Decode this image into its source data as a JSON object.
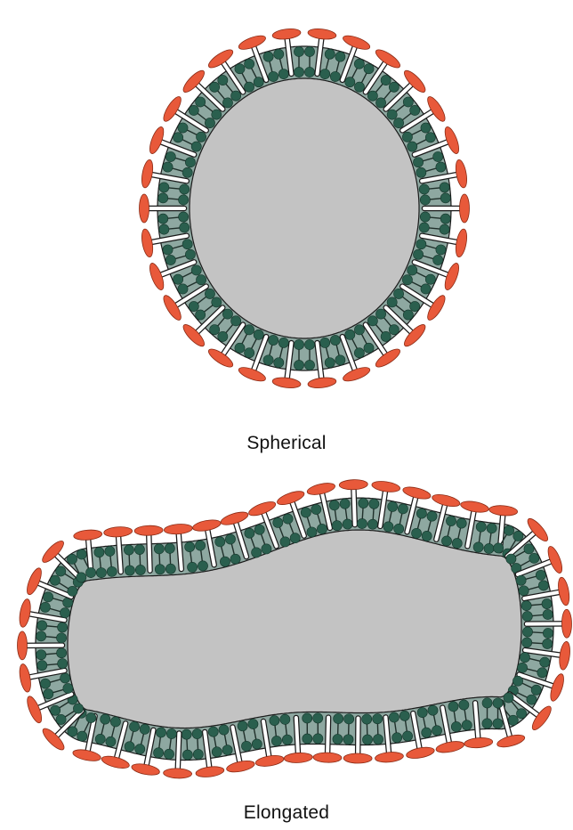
{
  "particles": [
    {
      "id": "spherical",
      "label": "Spherical"
    },
    {
      "id": "elongated",
      "label": "Elongated"
    }
  ],
  "colors": {
    "core": "#c3c3c3",
    "membrane": "#8ea8a1",
    "lipid_head": "#2a5f4e",
    "lipid_tail": "#1f2f2a",
    "spike_head": "#e8593a",
    "spike_stalk": "#ffffff",
    "outline": "#1a1a1a"
  }
}
